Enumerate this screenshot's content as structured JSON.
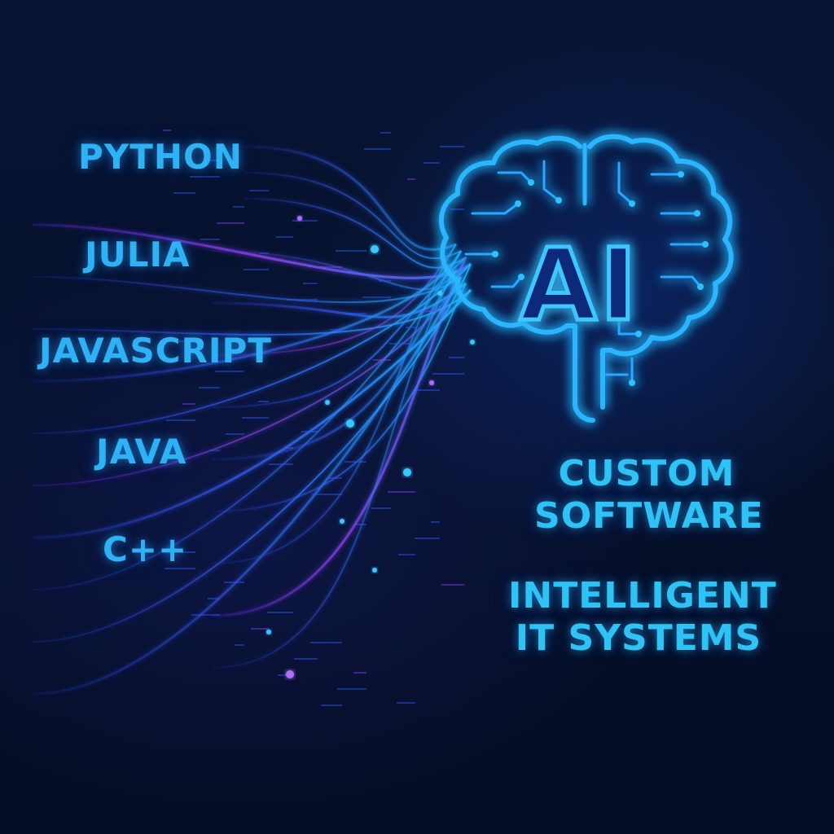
{
  "languages": [
    {
      "label": "PYTHON"
    },
    {
      "label": "JULIA"
    },
    {
      "label": "JAVASCRIPT"
    },
    {
      "label": "JAVA"
    },
    {
      "label": "C++"
    }
  ],
  "brain": {
    "label": "AI",
    "icon": "brain-circuit-icon"
  },
  "taglines": [
    {
      "lines": [
        "CUSTOM",
        "SOFTWARE"
      ]
    },
    {
      "lines": [
        "INTELLIGENT",
        "IT SYSTEMS"
      ]
    }
  ],
  "colors": {
    "background": "#06102e",
    "text": "#2fb2f5",
    "glow": "#1fa0ff",
    "stream_blue": "#2a6bff",
    "stream_violet": "#8a3cff"
  }
}
